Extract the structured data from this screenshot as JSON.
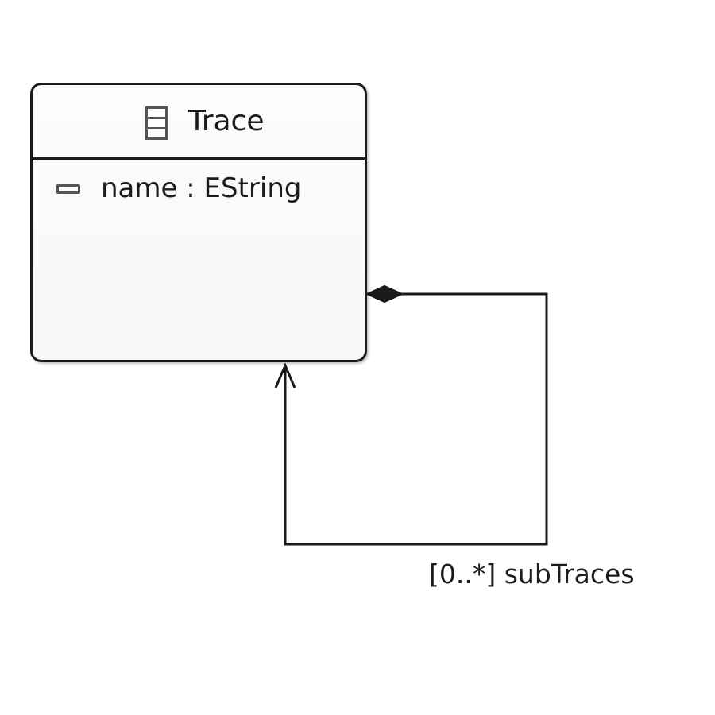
{
  "diagram": {
    "class": {
      "name": "Trace",
      "icon": "eclass-icon",
      "attributes": [
        {
          "text": "name : EString",
          "icon": "eattribute-icon"
        }
      ]
    },
    "reference": {
      "label": "[0..*] subTraces",
      "kind": "containment",
      "source_end": "diamond-icon",
      "target_end": "open-arrowhead"
    },
    "colors": {
      "line": "#1a1a1a",
      "box_fill": "#fafafa"
    }
  }
}
